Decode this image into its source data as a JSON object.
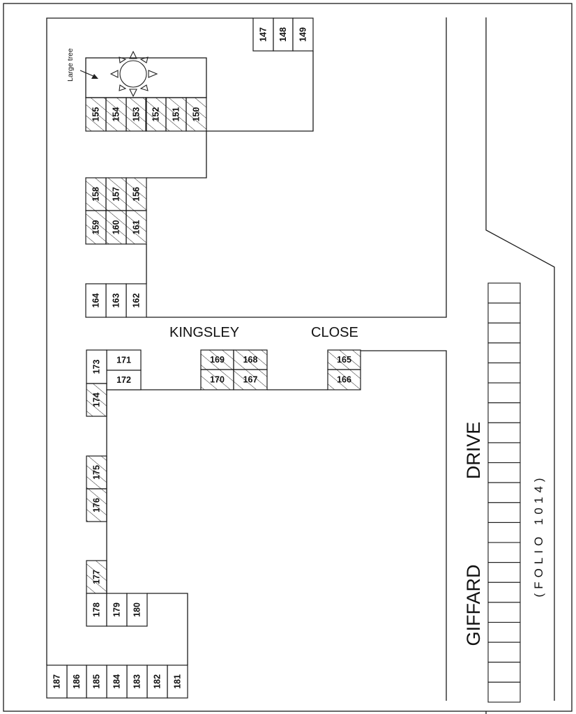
{
  "map": {
    "street_names": {
      "kingsley": "KINGSLEY",
      "close": "CLOSE",
      "giffard": "GIFFARD",
      "drive": "DRIVE"
    },
    "folio_label": "(FOLIO 1014)",
    "tree_label": "Large tree",
    "spaces": [
      {
        "number": "147",
        "hatched": false
      },
      {
        "number": "148",
        "hatched": false
      },
      {
        "number": "149",
        "hatched": false
      },
      {
        "number": "150",
        "hatched": true
      },
      {
        "number": "151",
        "hatched": true
      },
      {
        "number": "152",
        "hatched": true
      },
      {
        "number": "153",
        "hatched": true
      },
      {
        "number": "154",
        "hatched": true
      },
      {
        "number": "155",
        "hatched": true
      },
      {
        "number": "156",
        "hatched": true
      },
      {
        "number": "157",
        "hatched": true
      },
      {
        "number": "158",
        "hatched": true
      },
      {
        "number": "159",
        "hatched": true
      },
      {
        "number": "160",
        "hatched": true
      },
      {
        "number": "161",
        "hatched": true
      },
      {
        "number": "162",
        "hatched": false
      },
      {
        "number": "163",
        "hatched": false
      },
      {
        "number": "164",
        "hatched": false
      },
      {
        "number": "165",
        "hatched": true
      },
      {
        "number": "166",
        "hatched": true
      },
      {
        "number": "167",
        "hatched": true
      },
      {
        "number": "168",
        "hatched": true
      },
      {
        "number": "169",
        "hatched": true
      },
      {
        "number": "170",
        "hatched": true
      },
      {
        "number": "171",
        "hatched": false
      },
      {
        "number": "172",
        "hatched": false
      },
      {
        "number": "173",
        "hatched": false
      },
      {
        "number": "174",
        "hatched": true
      },
      {
        "number": "175",
        "hatched": true
      },
      {
        "number": "176",
        "hatched": true
      },
      {
        "number": "177",
        "hatched": true
      },
      {
        "number": "178",
        "hatched": false
      },
      {
        "number": "179",
        "hatched": false
      },
      {
        "number": "180",
        "hatched": false
      },
      {
        "number": "181",
        "hatched": false
      },
      {
        "number": "182",
        "hatched": false
      },
      {
        "number": "183",
        "hatched": false
      },
      {
        "number": "184",
        "hatched": false
      },
      {
        "number": "185",
        "hatched": false
      },
      {
        "number": "186",
        "hatched": false
      },
      {
        "number": "187",
        "hatched": false
      }
    ],
    "street_parking_bays": 21
  }
}
